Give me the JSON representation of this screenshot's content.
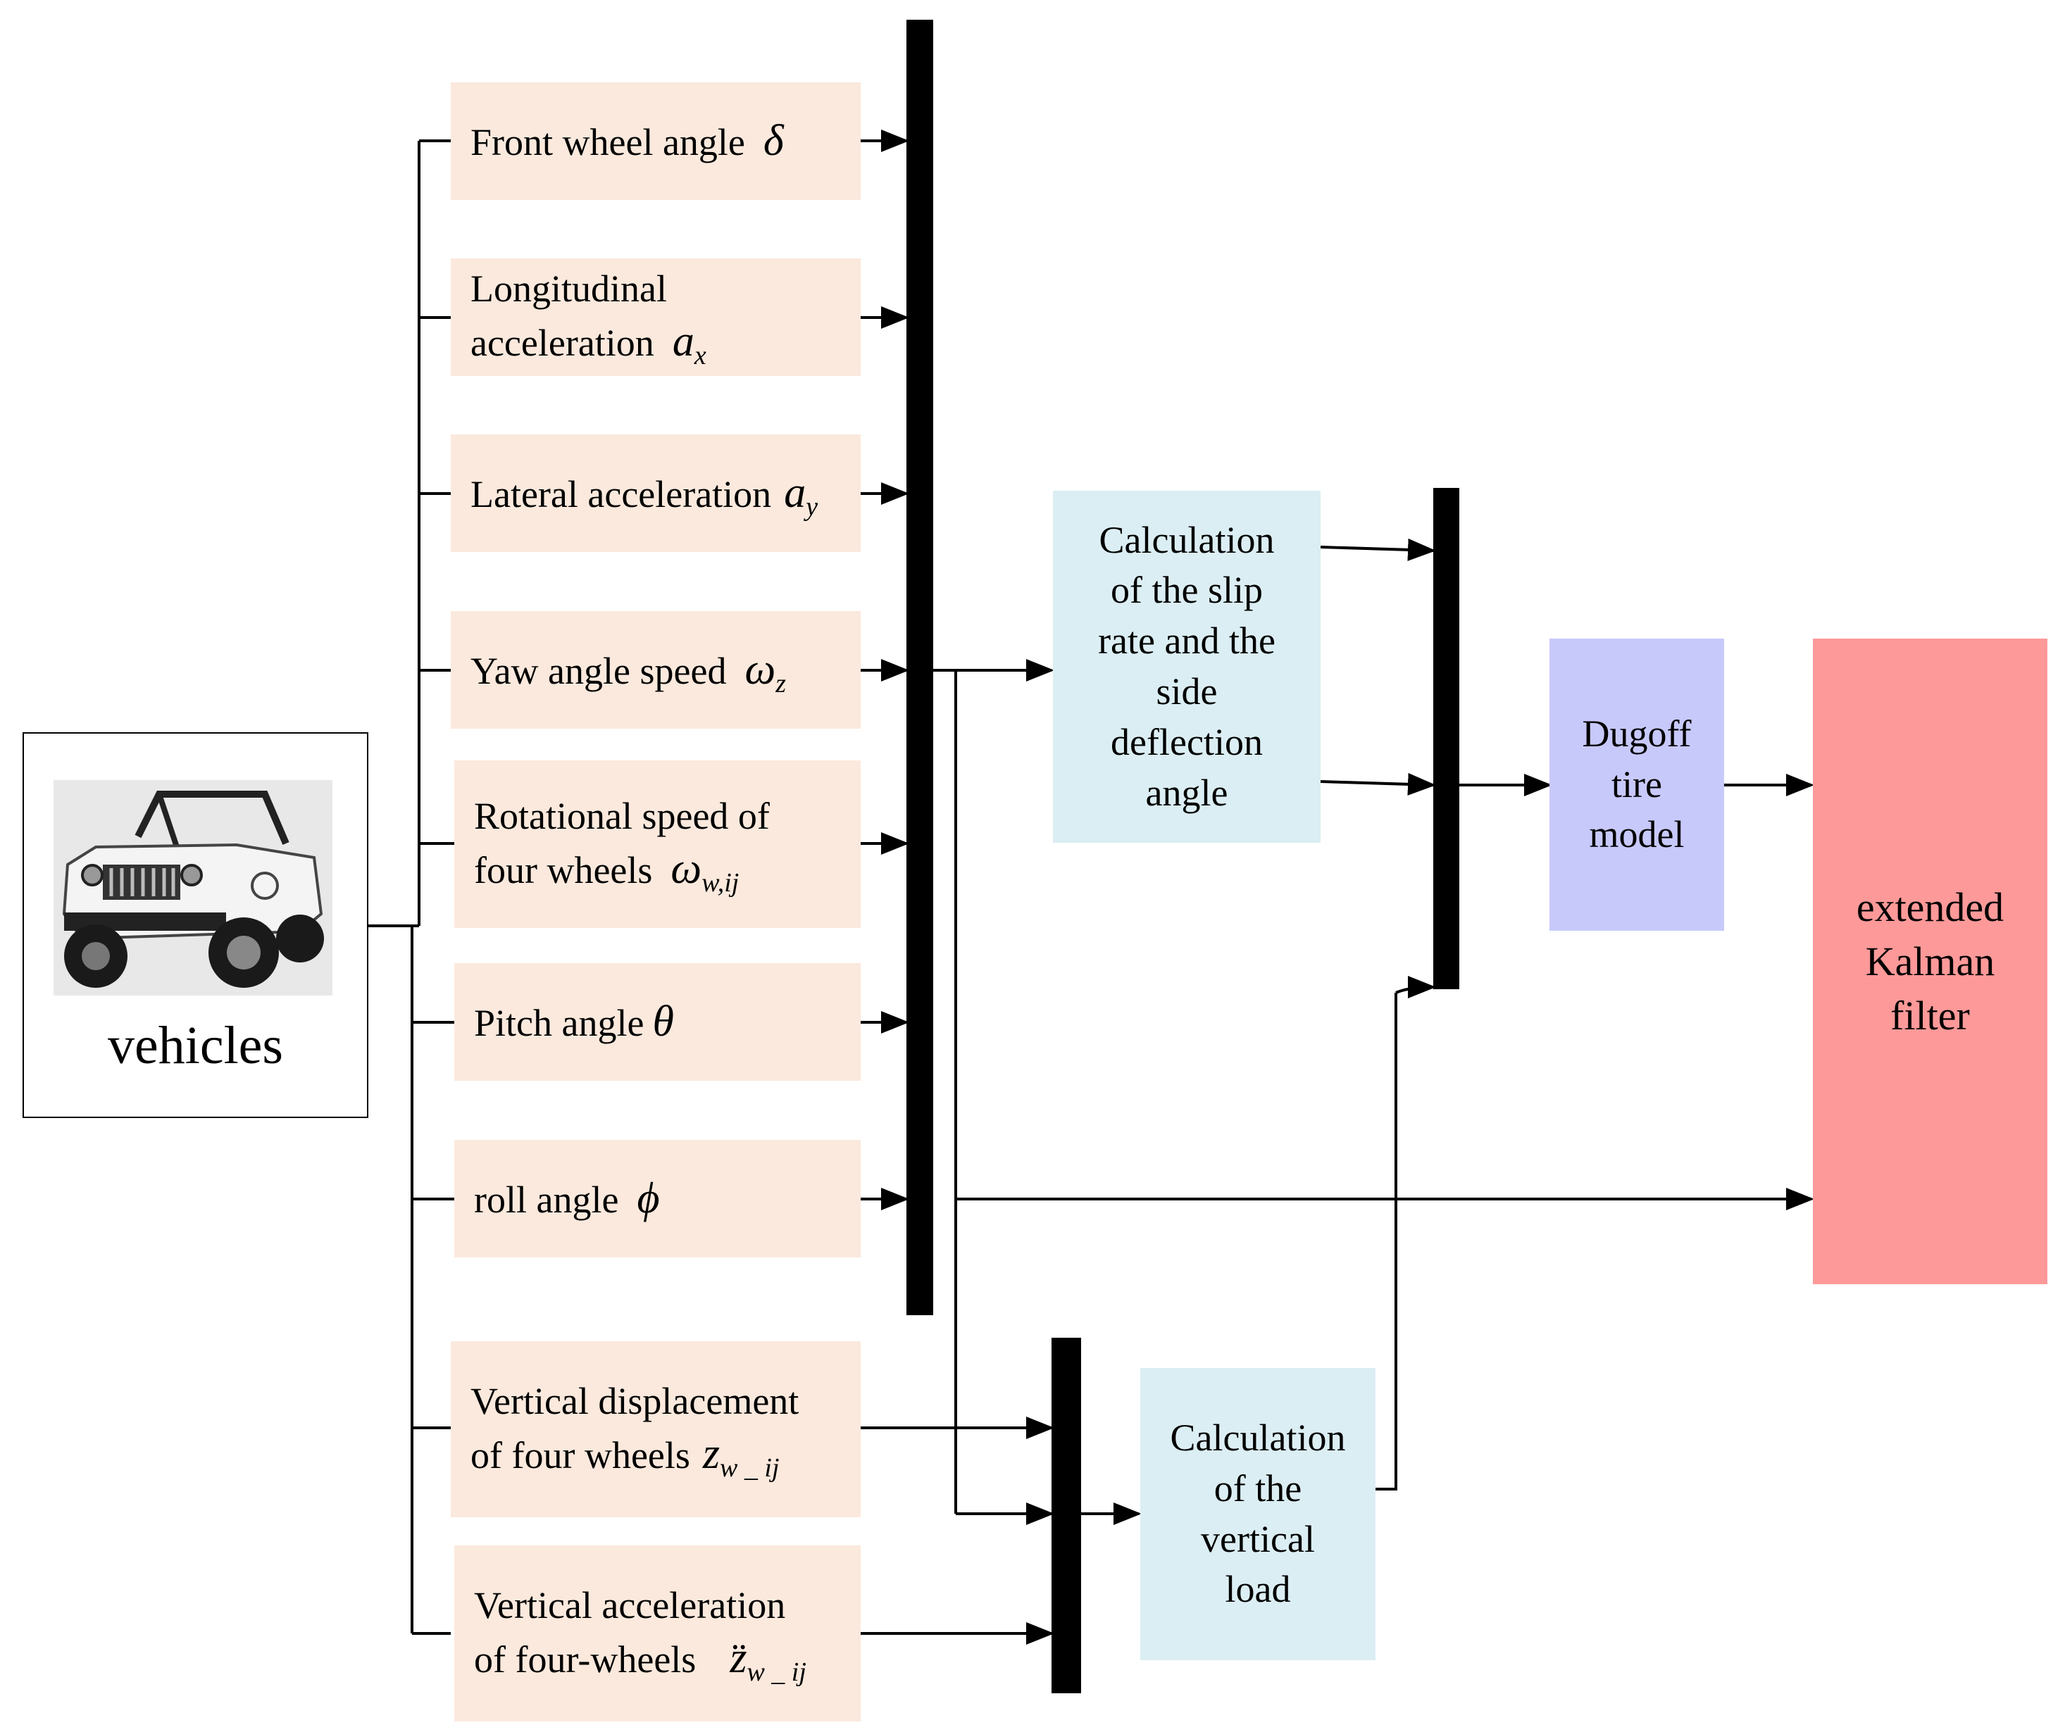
{
  "vehicle": {
    "caption": "vehicles",
    "image": "jeep-photo"
  },
  "signals": [
    {
      "lines": [
        "Front wheel angle"
      ],
      "symbol": "δ",
      "sub": ""
    },
    {
      "lines": [
        "Longitudinal",
        "acceleration"
      ],
      "symbol": "a",
      "sub": "x"
    },
    {
      "lines": [
        "Lateral acceleration"
      ],
      "symbol": "a",
      "sub": "y"
    },
    {
      "lines": [
        "Yaw angle speed"
      ],
      "symbol": "ω",
      "sub": "z"
    },
    {
      "lines": [
        "Rotational speed of",
        "four wheels"
      ],
      "symbol": "ω",
      "sub": "w,ij"
    },
    {
      "lines": [
        "Pitch angle"
      ],
      "symbol": "θ",
      "sub": ""
    },
    {
      "lines": [
        "roll angle"
      ],
      "symbol": "ϕ",
      "sub": ""
    },
    {
      "lines": [
        "Vertical displacement",
        "of four wheels"
      ],
      "symbol": "z",
      "sub": "w _ ij"
    },
    {
      "lines": [
        "Vertical  acceleration",
        "of four-wheels"
      ],
      "symbol": "z̈",
      "sub": "w _ ij"
    }
  ],
  "slip_calc": {
    "lines": [
      "Calculation",
      "of  the slip",
      "rate and the",
      "side",
      "deflection",
      "angle"
    ]
  },
  "load_calc": {
    "lines": [
      "Calculation",
      "of  the",
      "vertical",
      "load"
    ]
  },
  "dugoff": {
    "lines": [
      "Dugoff",
      "tire",
      "model"
    ]
  },
  "ekf": {
    "lines": [
      "extended",
      "Kalman",
      "filter"
    ]
  },
  "colors": {
    "signal_box": "#fbe9dd",
    "calc_box": "#dbeef3",
    "dugoff_box": "#c8c9fb",
    "ekf_box": "#fd9999",
    "line": "#000000"
  }
}
